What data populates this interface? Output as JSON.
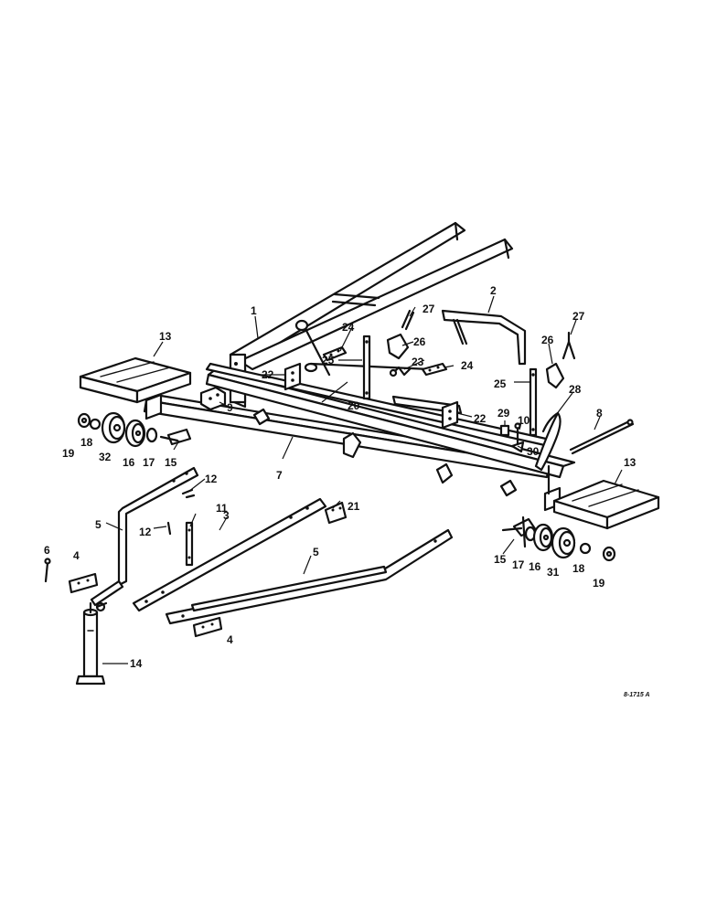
{
  "callouts": {
    "c1": "1",
    "c2": "2",
    "c3": "3",
    "c4a": "4",
    "c4b": "4",
    "c5a": "5",
    "c5b": "5",
    "c6": "6",
    "c7": "7",
    "c8": "8",
    "c9": "9",
    "c10": "10",
    "c11": "11",
    "c12a": "12",
    "c12b": "12",
    "c13a": "13",
    "c13b": "13",
    "c14": "14",
    "c15a": "15",
    "c15b": "15",
    "c16a": "16",
    "c16b": "16",
    "c17a": "17",
    "c17b": "17",
    "c18a": "18",
    "c18b": "18",
    "c19a": "19",
    "c19b": "19",
    "c20": "20",
    "c21": "21",
    "c22a": "22",
    "c22b": "22",
    "c23": "23",
    "c24a": "24",
    "c24b": "24",
    "c25a": "25",
    "c25b": "25",
    "c26a": "26",
    "c26b": "26",
    "c27a": "27",
    "c27b": "27",
    "c28": "28",
    "c29": "29",
    "c30": "30",
    "c31": "31",
    "c32": "32"
  },
  "drawing_code": "8-1715 A"
}
